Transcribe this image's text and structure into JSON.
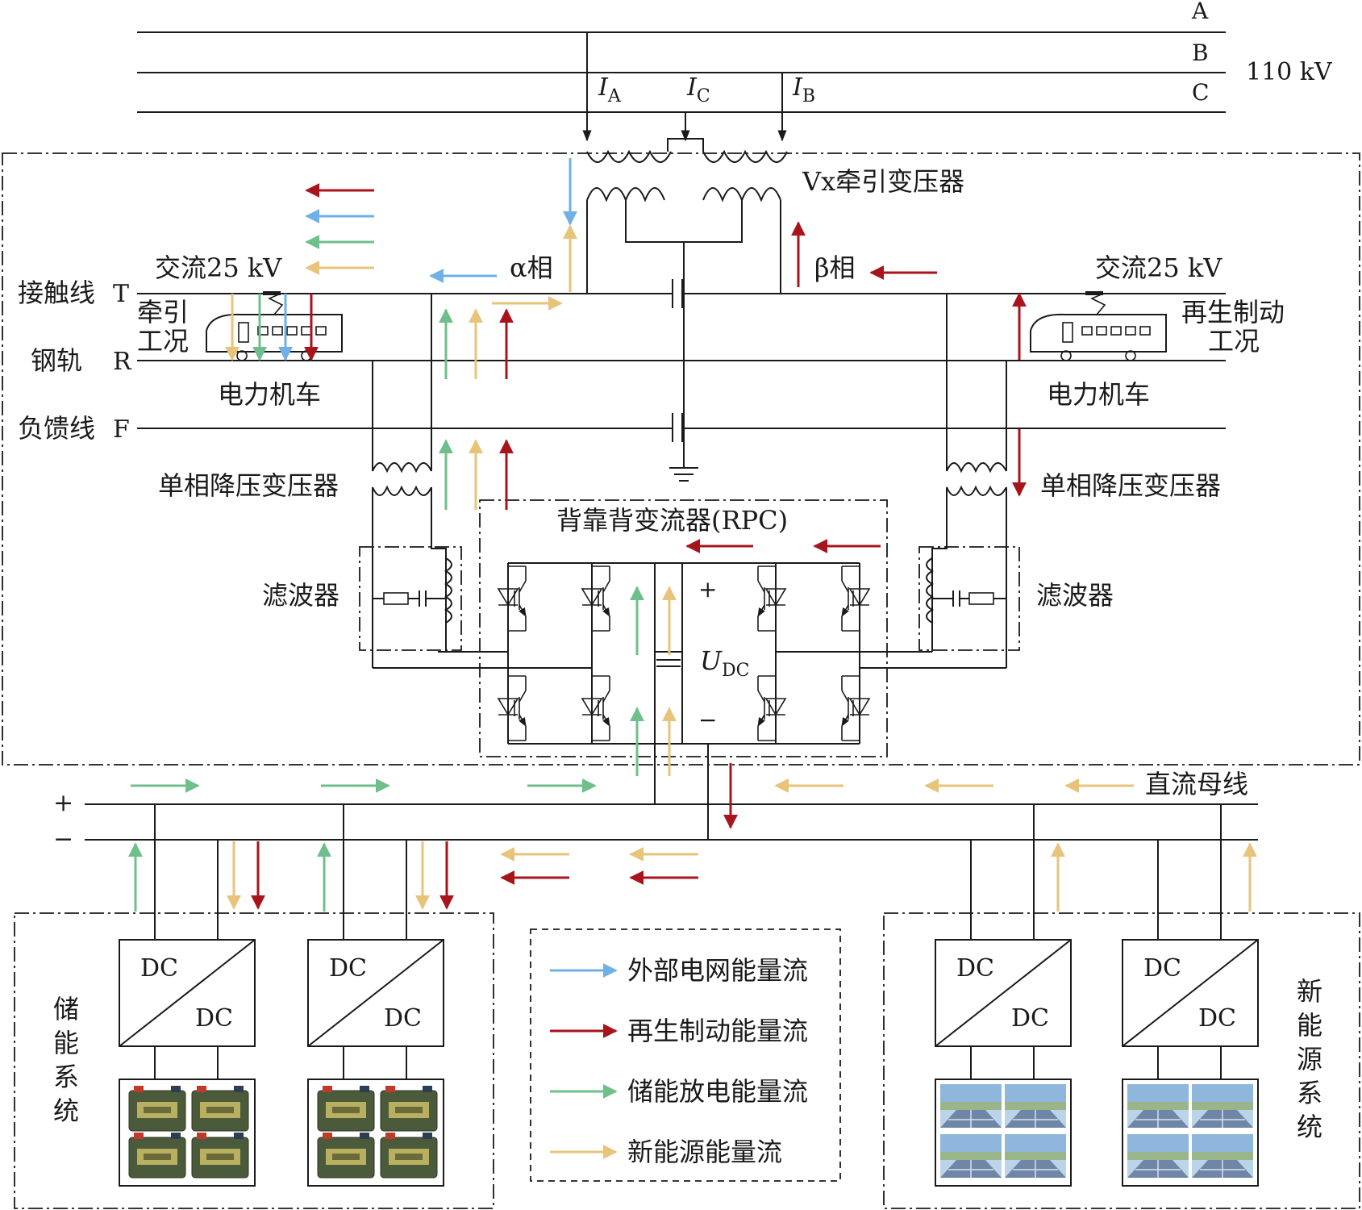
{
  "grid": {
    "phase_a": "A",
    "phase_b": "B",
    "phase_c": "C",
    "voltage": "110 kV",
    "current_a": "I",
    "current_a_sub": "A",
    "current_c": "I",
    "current_c_sub": "C",
    "current_b": "I",
    "current_b_sub": "B"
  },
  "traction": {
    "transformer": "Vx牵引变压器",
    "alpha_phase": "α相",
    "beta_phase": "β相",
    "ac_left": "交流25 kV",
    "ac_right": "交流25 kV",
    "contact_line": "接触线",
    "contact_letter": "T",
    "rail": "钢轨",
    "rail_letter": "R",
    "feeder": "负馈线",
    "feeder_letter": "F",
    "traction_mode_1": "牵引",
    "traction_mode_2": "工况",
    "regen_mode_1": "再生制动",
    "regen_mode_2": "工况",
    "locomotive_left": "电力机车",
    "locomotive_right": "电力机车",
    "stepdown_left": "单相降压变压器",
    "stepdown_right": "单相降压变压器",
    "filter_left": "滤波器",
    "filter_right": "滤波器",
    "rpc": "背靠背变流器(RPC)",
    "plus": "+",
    "minus": "−",
    "udc": "U",
    "udc_sub": "DC"
  },
  "dc_bus": {
    "label": "直流母线",
    "plus": "+",
    "minus": "−"
  },
  "storage": {
    "title_chars": [
      "储",
      "能",
      "系",
      "统"
    ],
    "converters": [
      {
        "top": "DC",
        "bottom": "DC"
      },
      {
        "top": "DC",
        "bottom": "DC"
      }
    ]
  },
  "renewable": {
    "title_chars": [
      "新",
      "能",
      "源",
      "系",
      "统"
    ],
    "converters": [
      {
        "top": "DC",
        "bottom": "DC"
      },
      {
        "top": "DC",
        "bottom": "DC"
      }
    ]
  },
  "legend": [
    {
      "label": "外部电网能量流",
      "color": "#6fb0e6"
    },
    {
      "label": "再生制动能量流",
      "color": "#a8141c"
    },
    {
      "label": "储能放电能量流",
      "color": "#6ebf8b"
    },
    {
      "label": "新能源能量流",
      "color": "#e7c47a"
    }
  ],
  "colors": {
    "grid": "#6fb0e6",
    "regen": "#a8141c",
    "storage": "#6ebf8b",
    "renewable": "#e7c47a"
  }
}
